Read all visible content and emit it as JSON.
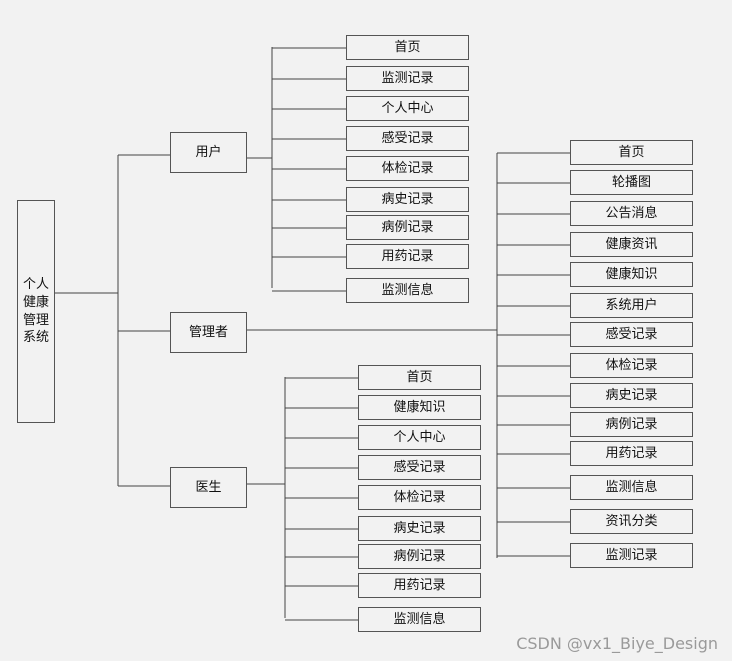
{
  "root": {
    "label": "个人健康管理系统"
  },
  "roles": [
    {
      "key": "user",
      "label": "用户"
    },
    {
      "key": "admin",
      "label": "管理者"
    },
    {
      "key": "doctor",
      "label": "医生"
    }
  ],
  "user_modules": [
    "首页",
    "监测记录",
    "个人中心",
    "感受记录",
    "体检记录",
    "病史记录",
    "病例记录",
    "用药记录",
    "监测信息"
  ],
  "admin_modules": [
    "首页",
    "轮播图",
    "公告消息",
    "健康资讯",
    "健康知识",
    "系统用户",
    "感受记录",
    "体检记录",
    "病史记录",
    "病例记录",
    "用药记录",
    "监测信息",
    "资讯分类",
    "监测记录"
  ],
  "doctor_modules": [
    "首页",
    "健康知识",
    "个人中心",
    "感受记录",
    "体检记录",
    "病史记录",
    "病例记录",
    "用药记录",
    "监测信息"
  ],
  "watermark": "CSDN @vx1_Biye_Design"
}
